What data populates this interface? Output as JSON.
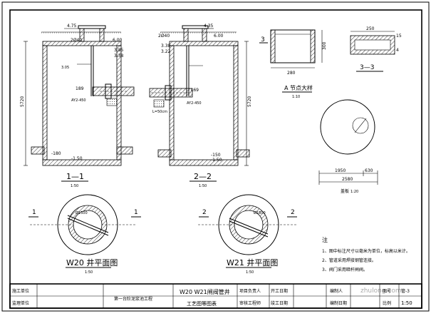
{
  "section_1_1": {
    "title": "1—1",
    "scale": "1:50",
    "dims": {
      "top_width": "4.75",
      "cover": "2Ø40",
      "elev_top": "6.00",
      "elev_a": "3.85",
      "elev_b": "3.38",
      "height": "5720",
      "pipe_elev": "189",
      "pipe_label": "AY2-450",
      "valve_note": "3.05",
      "bottom_a": "-180",
      "bottom_b": "-1.50"
    }
  },
  "section_2_2": {
    "title": "2—2",
    "scale": "1:50",
    "dims": {
      "top_width": "4.35",
      "cover": "2Ø40",
      "elev_top": "6.00",
      "elev_a": "3.38",
      "elev_b": "3.22",
      "height": "5720",
      "pipe_elev": "L69",
      "pipe_label": "AY2-450",
      "valve_note": "L=50cm",
      "bottom_a": "-150",
      "bottom_b": "-1.50"
    }
  },
  "detail_a": {
    "title": "A 节点大样",
    "scale": "1:10",
    "dim_w": "280",
    "dim_h": "300",
    "mark": "3"
  },
  "detail_3_3": {
    "title": "3—3",
    "dim_w": "250",
    "dim_side": "15",
    "dim_r": "4"
  },
  "detail_cover": {
    "title": "盖板",
    "scale": "1:20",
    "dim_a": "1950",
    "dim_b": "630",
    "dim_total": "2580"
  },
  "plan_w20": {
    "title": "W20 井平面图",
    "scale": "1:50",
    "marks": [
      "1",
      "1"
    ],
    "label": "Ø1500"
  },
  "plan_w21": {
    "title": "W21 井平面图",
    "scale": "1:50",
    "marks": [
      "2",
      "2"
    ],
    "label": "Ø1500"
  },
  "notes": {
    "heading": "注",
    "items": [
      "1、图中标注尺寸以毫米为单位，标高以米计。",
      "2、管道采用焊接钢管连接。",
      "3、阀门采用暗杆闸阀。"
    ]
  },
  "title_block": {
    "unit_label": "施工单位",
    "supervisor_label": "监理单位",
    "project_name": "第一台阶泥浆池工程",
    "drawing_title_1": "W20 W21闸阀管井",
    "drawing_title_2": "工艺图等图表",
    "lead_label": "项目负责人",
    "review_label": "审核工程师",
    "start_label": "开工日期",
    "finish_label": "竣工日期",
    "maker_label": "编制人",
    "date_label": "编制日期",
    "sheet_label": "图号",
    "sheet_value": "管-3",
    "scale_label": "比例",
    "scale_value": "1:50"
  },
  "watermark": "zhulong.com"
}
